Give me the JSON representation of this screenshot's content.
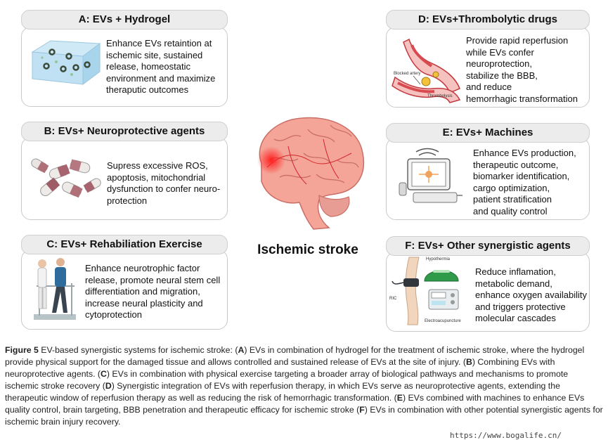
{
  "center": {
    "label": "Ischemic stroke"
  },
  "panels": {
    "a": {
      "title": "A: EVs + Hydrogel",
      "text": "Enhance EVs retaintion at\nischemic site, sustained\nrelease, homeostatic\nenvironment and maximize\ntheraputic outcomes"
    },
    "b": {
      "title": "B: EVs+ Neuroprotective agents",
      "text": "Supress excessive ROS,\napoptosis, mitochondrial\ndysfunction to confer neuro-\nprotection"
    },
    "c": {
      "title": "C: EVs+ Rehabiliation Exercise",
      "text": "Enhance neurotrophic factor\nrelease, promote neural stem cell\ndifferentiation and migration,\nincrease neural plasticity and\ncytoprotection"
    },
    "d": {
      "title": "D: EVs+Thrombolytic drugs",
      "text": "Provide rapid reperfusion\nwhile EVs confer\nneuroprotection,\nstabilize the BBB,\nand reduce\nhemorrhagic transformation",
      "icon_labels": {
        "blocked": "Blocked artery",
        "thrombolysis": "Thrombolysis"
      }
    },
    "e": {
      "title": "E: EVs+ Machines",
      "text": "Enhance EVs production,\ntherapeutic outcome,\nbiomarker identification,\ncargo optimization,\npatient stratification\nand quality control"
    },
    "f": {
      "title": "F: EVs+ Other synergistic agents",
      "text": "Reduce inflamation,\nmetabolic demand,\nenhance oxygen availability\nand triggers protective\nmolecular  cascades",
      "icon_labels": {
        "hypothermia": "Hypothermia",
        "ric": "RIC",
        "electro": "Electroacupuncture"
      }
    }
  },
  "caption": {
    "figure_label": "Figure 5",
    "intro": "  EV-based synergistic systems for ischemic stroke: (",
    "parts": [
      {
        "letter": "A",
        "text": ") EVs in combination of hydrogel for the treatment of ischemic stroke, where the hydrogel provide physical support for the damaged tissue and allows controlled and sustained release of EVs at the site of injury. ("
      },
      {
        "letter": "B",
        "text": ") Combining EVs with neuroprotective agents. ("
      },
      {
        "letter": "C",
        "text": ") EVs in combination with physical exercise targeting a broader array of biological pathways and mechanisms to promote ischemic stroke recovery ("
      },
      {
        "letter": "D",
        "text": ") Synergistic integration of EVs with reperfusion therapy, in which EVs serve as neuroprotective agents, extending the therapeutic window of reperfusion therapy as well as reducing the risk of hemorrhagic transformation. ("
      },
      {
        "letter": "E",
        "text": ") EVs combined with machines to enhance EVs quality control, brain targeting, BBB penetration and therapeutic efficacy for ischemic stroke ("
      },
      {
        "letter": "F",
        "text": ") EVs in combination with other potential synergistic agents for ischemic brain injury recovery."
      }
    ]
  },
  "watermark": "https://www.bogalife.cn/",
  "colors": {
    "panel_border": "#c9c9c9",
    "tab_fill": "#ececec",
    "infarct": "#e8262a",
    "brain": "#f3a89c"
  }
}
